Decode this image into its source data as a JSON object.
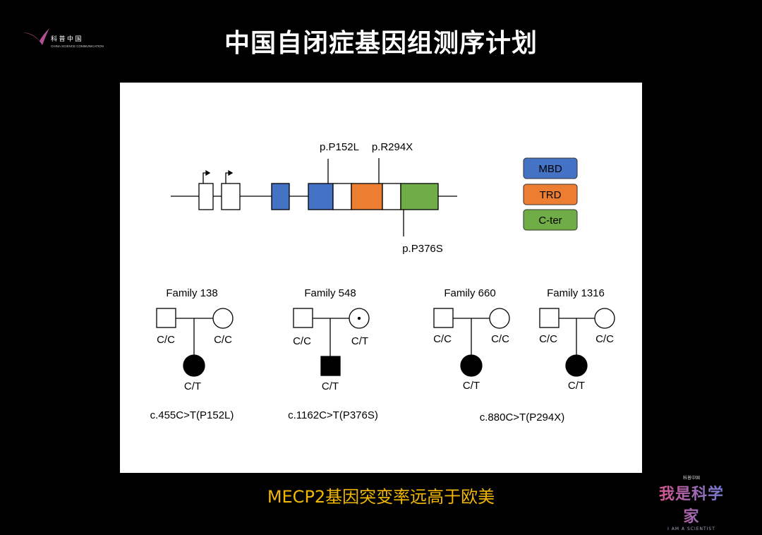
{
  "title": "中国自闭症基因组测序计划",
  "caption": "MECP2基因突变率远高于欧美",
  "logo_left": {
    "cn": "科 普 中 国",
    "en": "CHINA SCIENCE COMMUNICATION"
  },
  "logo_right": {
    "small": "科普中国",
    "main": "我是科学家",
    "en": "I AM A SCIENTIST"
  },
  "diagram": {
    "mutations": [
      "p.P152L",
      "p.R294X",
      "p.P376S"
    ],
    "legend": [
      {
        "label": "MBD",
        "color": "#4472c4"
      },
      {
        "label": "TRD",
        "color": "#ed7d31"
      },
      {
        "label": "C-ter",
        "color": "#70ad47"
      }
    ],
    "families": [
      {
        "name": "Family 138",
        "father": "C/C",
        "mother": "C/C",
        "child": "C/T",
        "variant": "c.455C>T(P152L)"
      },
      {
        "name": "Family 548",
        "father": "C/C",
        "mother": "C/T",
        "child": "C/T",
        "variant": "c.1162C>T(P376S)"
      },
      {
        "name": "Family 660",
        "father": "C/C",
        "mother": "C/C",
        "child": "C/T"
      },
      {
        "name": "Family 1316",
        "father": "C/C",
        "mother": "C/C",
        "child": "C/T"
      }
    ],
    "shared_variant": "c.880C>T(P294X)"
  }
}
